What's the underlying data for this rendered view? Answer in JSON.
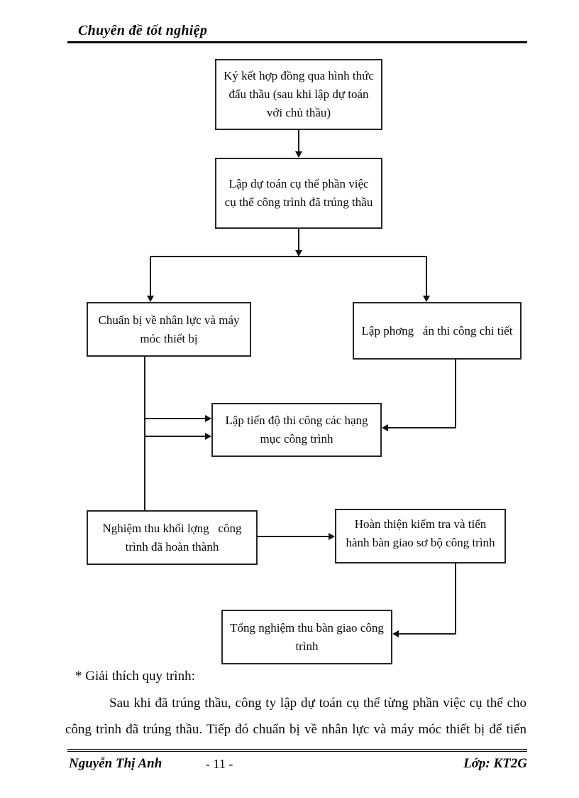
{
  "page": {
    "header": {
      "title": "Chuyên đề tốt nghiệp"
    },
    "flowchart": {
      "boxes": [
        {
          "label": "Ký kết hợp đồng qua hình thức đấu thầu (sau khi lập dự toán với chủ thầu)"
        },
        {
          "label": "Lập dự toán cụ thể phần việc cụ thể công trình đã trúng thầu"
        },
        {
          "label": "Chuẩn bị về nhân lực và máy móc thiết bị"
        },
        {
          "label": "Lập phơng  án thi công chi tiết"
        },
        {
          "label": "Lập tiến độ thi công các hạng mục công trình"
        },
        {
          "label": "Nghiệm thu khối lợng  công trình đã hoàn thành"
        },
        {
          "label": "Hoàn thiện kiểm tra và tiến hành bàn giao sơ bộ công trình"
        },
        {
          "label": "Tổng nghiệm thu bàn giao công trình"
        }
      ]
    },
    "notes": {
      "heading": "* Giải thích quy trình:",
      "line1": "Sau khi đã trúng thầu, công ty lập dự toán cụ thể từng phần việc cụ thể cho",
      "line2": "công trình đã trúng thầu. Tiếp đó chuẩn bị về nhân lực và máy móc thiết bị để tiến"
    },
    "footer": {
      "author": "Nguyễn Thị Anh",
      "page_number": "- 11 -",
      "class_label": "Lớp: KT2G"
    }
  }
}
